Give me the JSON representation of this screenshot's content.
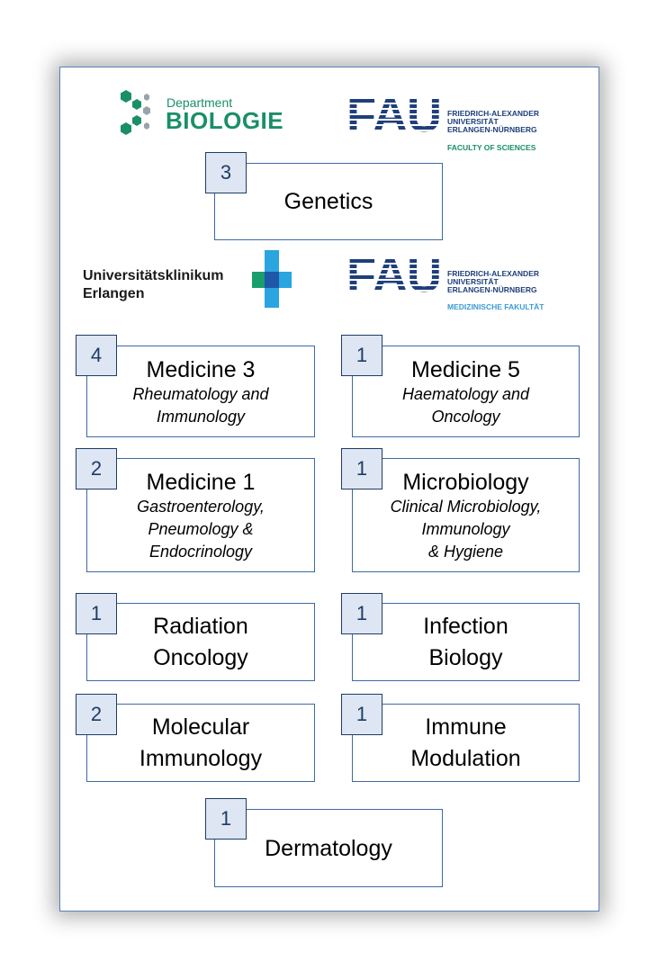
{
  "logos": {
    "biologie": {
      "small": "Department",
      "big": "BIOLOGIE",
      "color": "#1a8f67"
    },
    "fau_science": {
      "mark": "FAU",
      "lines": [
        "FRIEDRICH-ALEXANDER",
        "UNIVERSITÄT",
        "ERLANGEN-NÜRNBERG"
      ],
      "faculty": "FACULTY OF SCIENCES",
      "faculty_color": "#1a8f67"
    },
    "ukerlangen": {
      "lines": [
        "Universitätsklinikum",
        "Erlangen"
      ]
    },
    "fau_medicine": {
      "mark": "FAU",
      "lines": [
        "FRIEDRICH-ALEXANDER",
        "UNIVERSITÄT",
        "ERLANGEN-NÜRNBERG"
      ],
      "faculty": "MEDIZINISCHE FAKULTÄT",
      "faculty_color": "#3d9bd6"
    }
  },
  "departments": [
    {
      "id": "genetics",
      "count": "3",
      "title": "Genetics",
      "subtitle": ""
    },
    {
      "id": "medicine3",
      "count": "4",
      "title": "Medicine 3",
      "subtitle": "Rheumatology and\nImmunology"
    },
    {
      "id": "medicine5",
      "count": "1",
      "title": "Medicine 5",
      "subtitle": "Haematology and\nOncology"
    },
    {
      "id": "medicine1",
      "count": "2",
      "title": "Medicine 1",
      "subtitle": "Gastroenterology,\nPneumology &\nEndocrinology"
    },
    {
      "id": "microbiology",
      "count": "1",
      "title": "Microbiology",
      "subtitle": "Clinical Microbiology,\nImmunology\n& Hygiene"
    },
    {
      "id": "radiation",
      "count": "1",
      "title": "Radiation\nOncology",
      "subtitle": ""
    },
    {
      "id": "infection",
      "count": "1",
      "title": "Infection\nBiology",
      "subtitle": ""
    },
    {
      "id": "molecular",
      "count": "2",
      "title": "Molecular\nImmunology",
      "subtitle": ""
    },
    {
      "id": "immune",
      "count": "1",
      "title": "Immune\nModulation",
      "subtitle": ""
    },
    {
      "id": "dermatology",
      "count": "1",
      "title": "Dermatology",
      "subtitle": ""
    }
  ],
  "colors": {
    "border": "#3e6aa4",
    "badge_fill": "#dde6f2",
    "badge_text": "#1f3c66",
    "fau_blue": "#1f3f7a"
  }
}
